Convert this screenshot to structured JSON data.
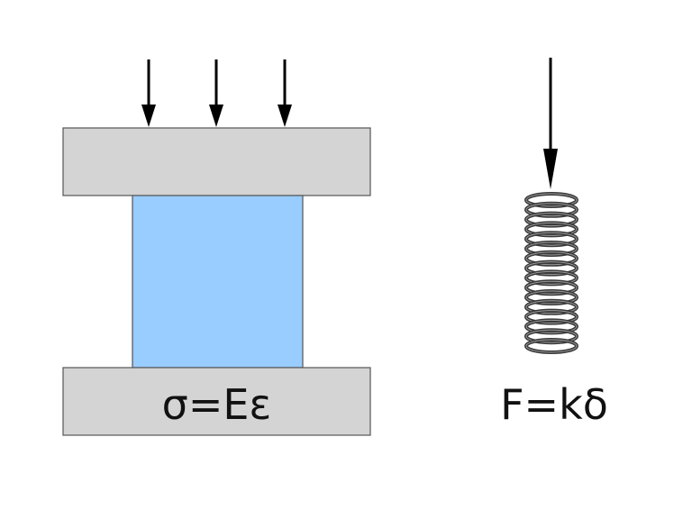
{
  "stress_panel": {
    "formula": "σ=Eε",
    "plate_color": "#d4d4d4",
    "specimen_color": "#99ccff",
    "arrow_count": 3
  },
  "spring_panel": {
    "formula": "F=kδ",
    "coil_color": "#3a3a3a",
    "arrow_count": 1
  }
}
